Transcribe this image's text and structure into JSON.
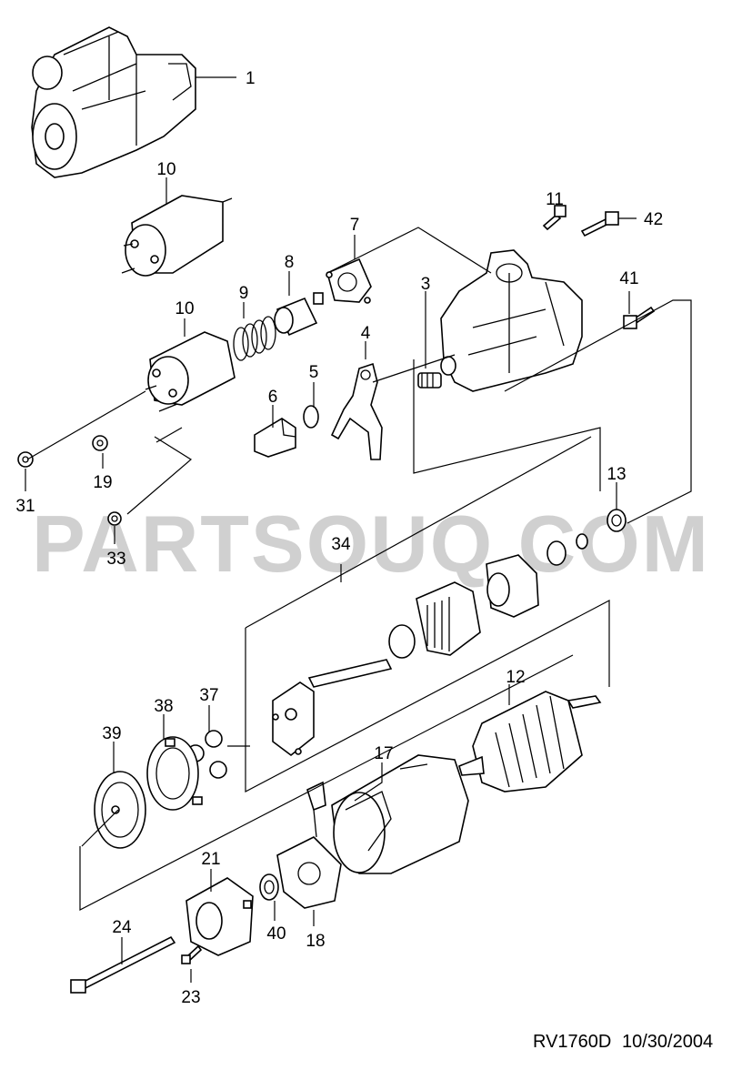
{
  "watermark": "PARTSOUQ.COM",
  "footer": {
    "diagram_code": "RV1760D",
    "date": "10/30/2004"
  },
  "callouts": {
    "p1": "1",
    "p3": "3",
    "p4": "4",
    "p5": "5",
    "p6": "6",
    "p7": "7",
    "p8": "8",
    "p9": "9",
    "p10a": "10",
    "p10b": "10",
    "p11": "11",
    "p12": "12",
    "p13": "13",
    "p17": "17",
    "p18": "18",
    "p19": "19",
    "p21": "21",
    "p23": "23",
    "p24": "24",
    "p31": "31",
    "p33": "33",
    "p34": "34",
    "p37": "37",
    "p38": "38",
    "p39": "39",
    "p40": "40",
    "p41": "41",
    "p42": "42"
  }
}
